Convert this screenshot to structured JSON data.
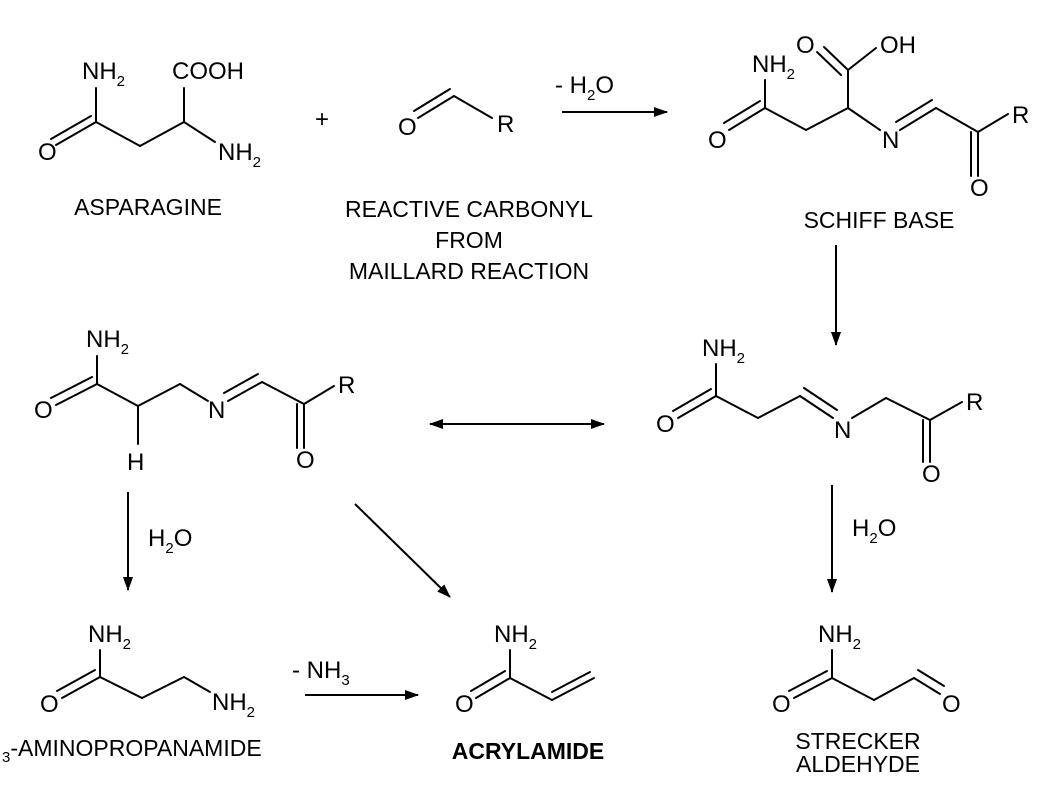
{
  "diagram": {
    "molecules": {
      "asparagine": {
        "name": "ASPARAGINE",
        "nh2": "NH",
        "nh2_sub": "2",
        "cooh": "COOH",
        "amine": "NH",
        "amine_sub": "2",
        "o": "O"
      },
      "carbonyl": {
        "name_line1": "REACTIVE CARBONYL",
        "name_line2": "FROM",
        "name_line3": "MAILLARD REACTION",
        "o": "O",
        "r": "R"
      },
      "schiff_base": {
        "name": "SCHIFF BASE",
        "o_acid": "O",
        "oh": "OH",
        "nh2": "NH",
        "nh2_sub": "2",
        "o_amide": "O",
        "n": "N",
        "r": "R",
        "o_keto": "O"
      },
      "tautomer_left": {
        "nh2": "NH",
        "nh2_sub": "2",
        "o_amide": "O",
        "h": "H",
        "n": "N",
        "r": "R",
        "o_keto": "O"
      },
      "tautomer_right": {
        "nh2": "NH",
        "nh2_sub": "2",
        "o_amide": "O",
        "n": "N",
        "r": "R",
        "o_keto": "O"
      },
      "aminopropanamide": {
        "name_prefix": "3",
        "name": "-AMINOPROPANAMIDE",
        "nh2": "NH",
        "nh2_sub": "2",
        "o": "O",
        "amine": "NH",
        "amine_sub": "2"
      },
      "acrylamide": {
        "name": "ACRYLAMIDE",
        "nh2": "NH",
        "nh2_sub": "2",
        "o": "O"
      },
      "strecker": {
        "name_line1": "STRECKER",
        "name_line2": "ALDEHYDE",
        "nh2": "NH",
        "nh2_sub": "2",
        "o_amide": "O",
        "o_ald": "O"
      }
    },
    "operators": {
      "plus": "+"
    },
    "reagents": {
      "dehydration": {
        "prefix": "- H",
        "sub": "2",
        "suffix": "O"
      },
      "hydrolysis_left": {
        "prefix": "H",
        "sub": "2",
        "suffix": "O"
      },
      "hydrolysis_right": {
        "prefix": "H",
        "sub": "2",
        "suffix": "O"
      },
      "deamination": {
        "prefix": "- NH",
        "sub": "3"
      }
    }
  }
}
